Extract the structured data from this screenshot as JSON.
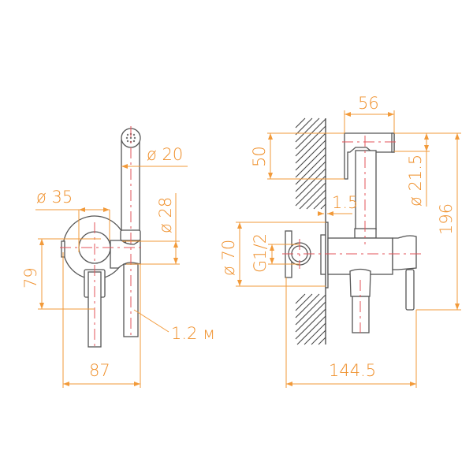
{
  "colors": {
    "dimension": "#f29a3a",
    "outline": "#555555",
    "centerline": "#e3535a"
  },
  "front_view": {
    "dims": {
      "head_diameter": "ø 20",
      "plate_diameter": "ø 35",
      "holder_diameter": "ø 28",
      "height": "79",
      "width": "87",
      "hose_length": "1.2 м"
    }
  },
  "side_view": {
    "dims": {
      "head_width": "56",
      "head_height": "50",
      "head_diameter": "ø 21.5",
      "total_height": "196",
      "wall_gap": "1.5",
      "flange_diameter": "ø 70",
      "thread": "G1/2",
      "total_depth": "144.5"
    }
  }
}
